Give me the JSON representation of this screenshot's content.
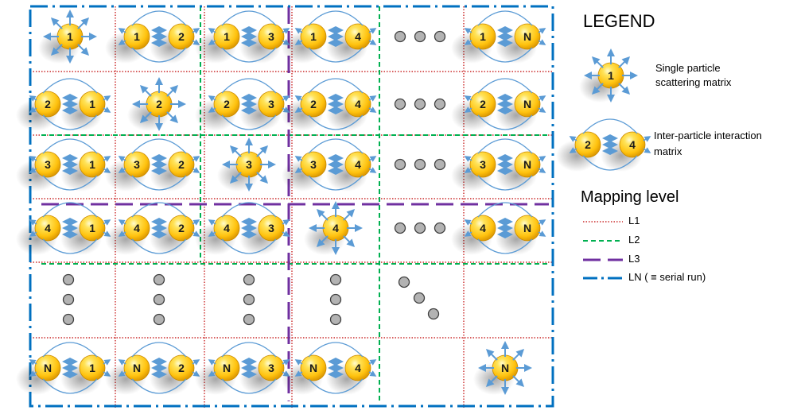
{
  "labels": [
    "1",
    "2",
    "3",
    "4",
    "N"
  ],
  "colors": {
    "particle_light": "#fff59a",
    "particle_mid": "#ffd21a",
    "particle_dark": "#e5a200",
    "particle_rim": "#c98a00",
    "arrow": "#5b9bd5",
    "dot_fill": "#b3b3b3",
    "dot_stroke": "#404040",
    "level_L1": "#c00000",
    "level_L2": "#00b050",
    "level_L3": "#7030a0",
    "level_LN": "#0070c0"
  },
  "legend": {
    "title": "LEGEND",
    "single_icon_label": "1",
    "single_line1": "Single particle",
    "single_line2": "scattering matrix",
    "pair_icon_labels": [
      "2",
      "4"
    ],
    "pair_line1": "Inter-particle interaction",
    "pair_line2": "matrix",
    "mapping_title": "Mapping level",
    "levels": [
      {
        "label": "L1",
        "style": "dotted"
      },
      {
        "label": "L2",
        "style": "dashed"
      },
      {
        "label": "L3",
        "style": "long-dash"
      },
      {
        "label": "LN ( ≡ serial run)",
        "style": "dash-dot"
      }
    ]
  }
}
